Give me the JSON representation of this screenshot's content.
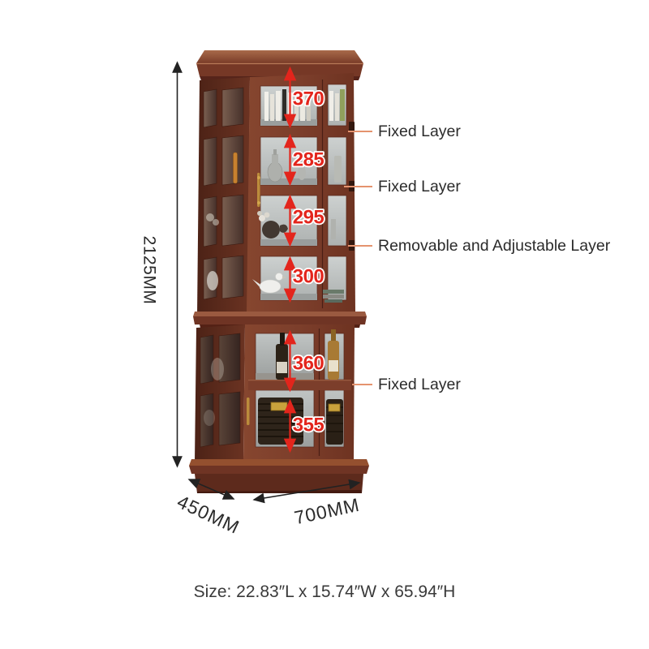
{
  "annotations": {
    "overall_height": "2125MM",
    "overall_depth": "450MM",
    "overall_width": "700MM",
    "shelf_measurements_mm": [
      "370",
      "285",
      "295",
      "300",
      "360",
      "355"
    ],
    "layer_labels": [
      "Fixed Layer",
      "Fixed Layer",
      "Removable and Adjustable Layer",
      "Fixed Layer"
    ],
    "size_caption": "Size: 22.83″L x 15.74″W x 65.94″H"
  },
  "colors": {
    "measurement_red": "#e3251c",
    "leader_orange": "#e5936e",
    "dimension_black": "#222222",
    "label_text": "#2b2b2b",
    "wood_dark": "#5e2c1f",
    "wood_mid": "#7c3e2b",
    "wood_light": "#9e6044",
    "glass_front": "#c3c7c6",
    "glass_side": "#5f463a",
    "background": "#ffffff"
  }
}
